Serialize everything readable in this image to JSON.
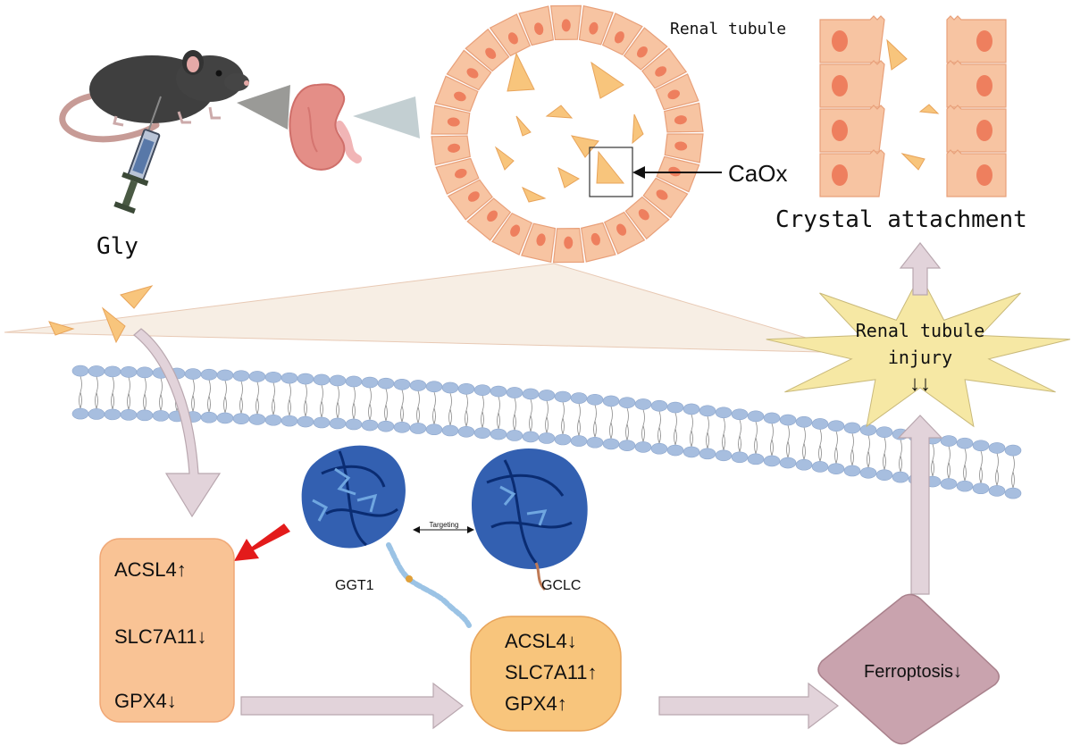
{
  "labels": {
    "gly": "Gly",
    "renal_tubule": "Renal tubule",
    "caox": "CaOx",
    "crystal_attachment": "Crystal attachment",
    "injury_line1": "Renal tubule",
    "injury_line2": "injury",
    "injury_arrows": "↓↓",
    "ggt1": "GGT1",
    "gclc": "GCLC",
    "targeting": "Targeting",
    "ferroptosis": "Ferroptosis↓"
  },
  "before_treatment": [
    "ACSL4↑",
    "SLC7A11↓",
    "GPX4↓"
  ],
  "after_treatment": [
    "ACSL4↓",
    "SLC7A11↑",
    "GPX4↑"
  ],
  "colors": {
    "cell_fill": "#f7c4a2",
    "cell_stroke": "#e8a07a",
    "nucleus": "#ee7f5e",
    "crystal": "#f8c57c",
    "gray_arrow": "#e2d3da",
    "gray_arrow_stroke": "#b9a7af",
    "box_before": "#f9c395",
    "box_after": "#f8c57c",
    "ferroptosis": "#c9a3ae",
    "star": "#f6e8a4",
    "membrane_head": "#a7bedf",
    "protein_blue": "#1d4fa8",
    "red_arrow": "#e31b1b"
  },
  "icons": [
    "mouse-icon",
    "syringe-icon",
    "kidney-icon",
    "protein-ggt1-icon",
    "protein-gclc-icon"
  ]
}
